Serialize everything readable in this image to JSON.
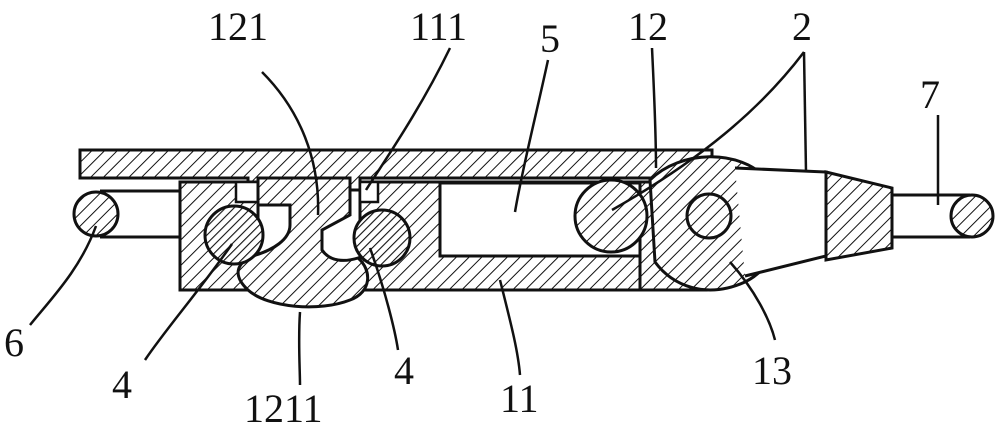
{
  "labels": {
    "l121": "121",
    "l111": "111",
    "l5": "5",
    "l12": "12",
    "l2": "2",
    "l7": "7",
    "l6": "6",
    "l4a": "4",
    "l1211": "1211",
    "l4b": "4",
    "l11": "11",
    "l13": "13"
  },
  "colors": {
    "stroke": "#111111",
    "hatch": "#111111",
    "background": "#ffffff"
  }
}
